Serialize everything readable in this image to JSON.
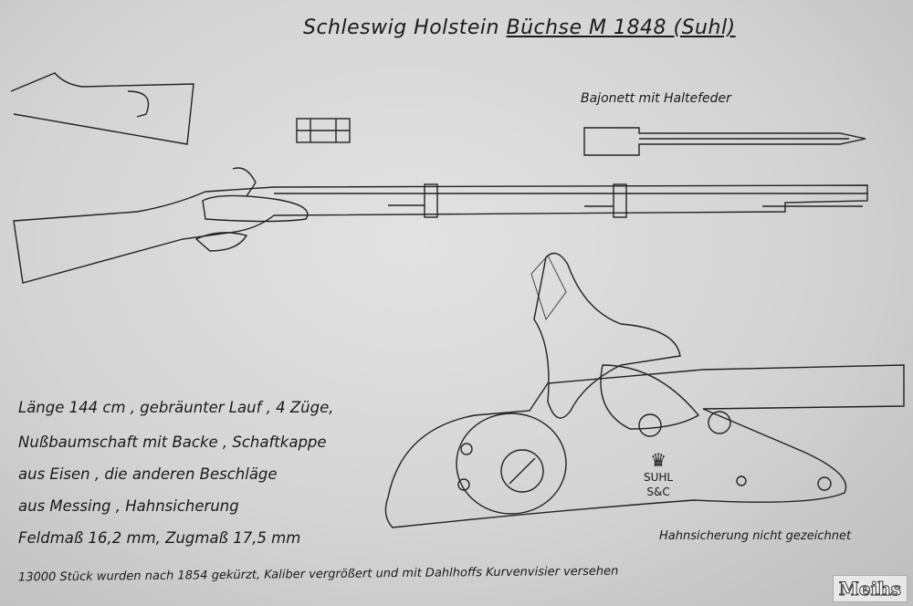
{
  "title": {
    "prefix": "Schleswig Holstein",
    "underlined": "Büchse M 1848 (Suhl)"
  },
  "bayonet_label": "Bajonett mit Haltefeder",
  "specs": [
    "Länge 144 cm , gebräunter Lauf ,   4 Züge,",
    "Nußbaumschaft mit Backe , Schaftkappe",
    "aus Eisen , die anderen Beschläge",
    "aus Messing , Hahnsicherung",
    "Feldmaß 16,2 mm,  Zugmaß 17,5 mm"
  ],
  "lock_stamp": {
    "line1": "SUHL",
    "line2": "S&C"
  },
  "note": "Hahnsicherung nicht gezeichnet",
  "footnote": "13000 Stück wurden nach 1854 gekürzt, Kaliber vergrößert und mit Dahlhoffs Kurvenvisier versehen",
  "watermark": "Meihs"
}
